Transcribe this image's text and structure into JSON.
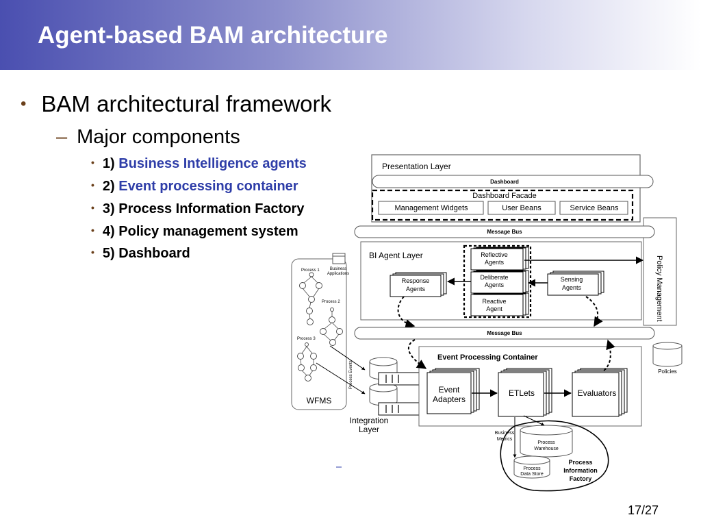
{
  "slide": {
    "title": "Agent-based BAM architecture",
    "bullet_l1": "BAM architectural framework",
    "bullet_l2": "Major components",
    "items": [
      {
        "num": "1)",
        "text": "Business Intelligence agents",
        "highlight": true
      },
      {
        "num": "2)",
        "text": "Event processing container",
        "highlight": true
      },
      {
        "num": "3)",
        "text": "Process Information Factory",
        "highlight": false
      },
      {
        "num": "4)",
        "text": "Policy management system",
        "highlight": false
      },
      {
        "num": "5)",
        "text": "Dashboard",
        "highlight": false
      }
    ],
    "page_number": "17/27",
    "colors": {
      "title_text": "#ffffff",
      "highlight": "#2e3da8",
      "bullet": "#6a3f1a"
    }
  },
  "diagram": {
    "presentation_layer": "Presentation Layer",
    "dashboard_bar": "Dashboard",
    "dashboard_facade": "Dashboard Facade",
    "management_widgets": "Management Widgets",
    "user_beans": "User Beans",
    "service_beans": "Service Beans",
    "message_bus_top": "Message Bus",
    "message_bus_bottom": "Message Bus",
    "bi_agent_layer": "BI Agent Layer",
    "reflective_agents": [
      "Reflective",
      "Agents"
    ],
    "deliberate_agents": [
      "Deliberate",
      "Agents"
    ],
    "reactive_agent": [
      "Reactive",
      "Agent"
    ],
    "response_agents": [
      "Response",
      "Agents"
    ],
    "sensing_agents": [
      "Sensing",
      "Agents"
    ],
    "policy_management": "Policy Management",
    "policies": "Policies",
    "event_processing_container": "Event Processing Container",
    "event_adapters": [
      "Event",
      "Adapters"
    ],
    "etlets": "ETLets",
    "evaluators": "Evaluators",
    "integration_layer": [
      "Integration",
      "Layer"
    ],
    "process_events": "Process Events",
    "process_1": "Process 1",
    "process_2": "Process 2",
    "process_3": "Process 3",
    "business_applications": [
      "Business",
      "Applications"
    ],
    "wfms": "WFMS",
    "business_metrics": [
      "Business",
      "Metrics"
    ],
    "process_warehouse": [
      "Process",
      "Warehouse"
    ],
    "process_data_store": [
      "Process",
      "Data Store"
    ],
    "process_information_factory": [
      "Process",
      "Information",
      "Factory"
    ]
  }
}
